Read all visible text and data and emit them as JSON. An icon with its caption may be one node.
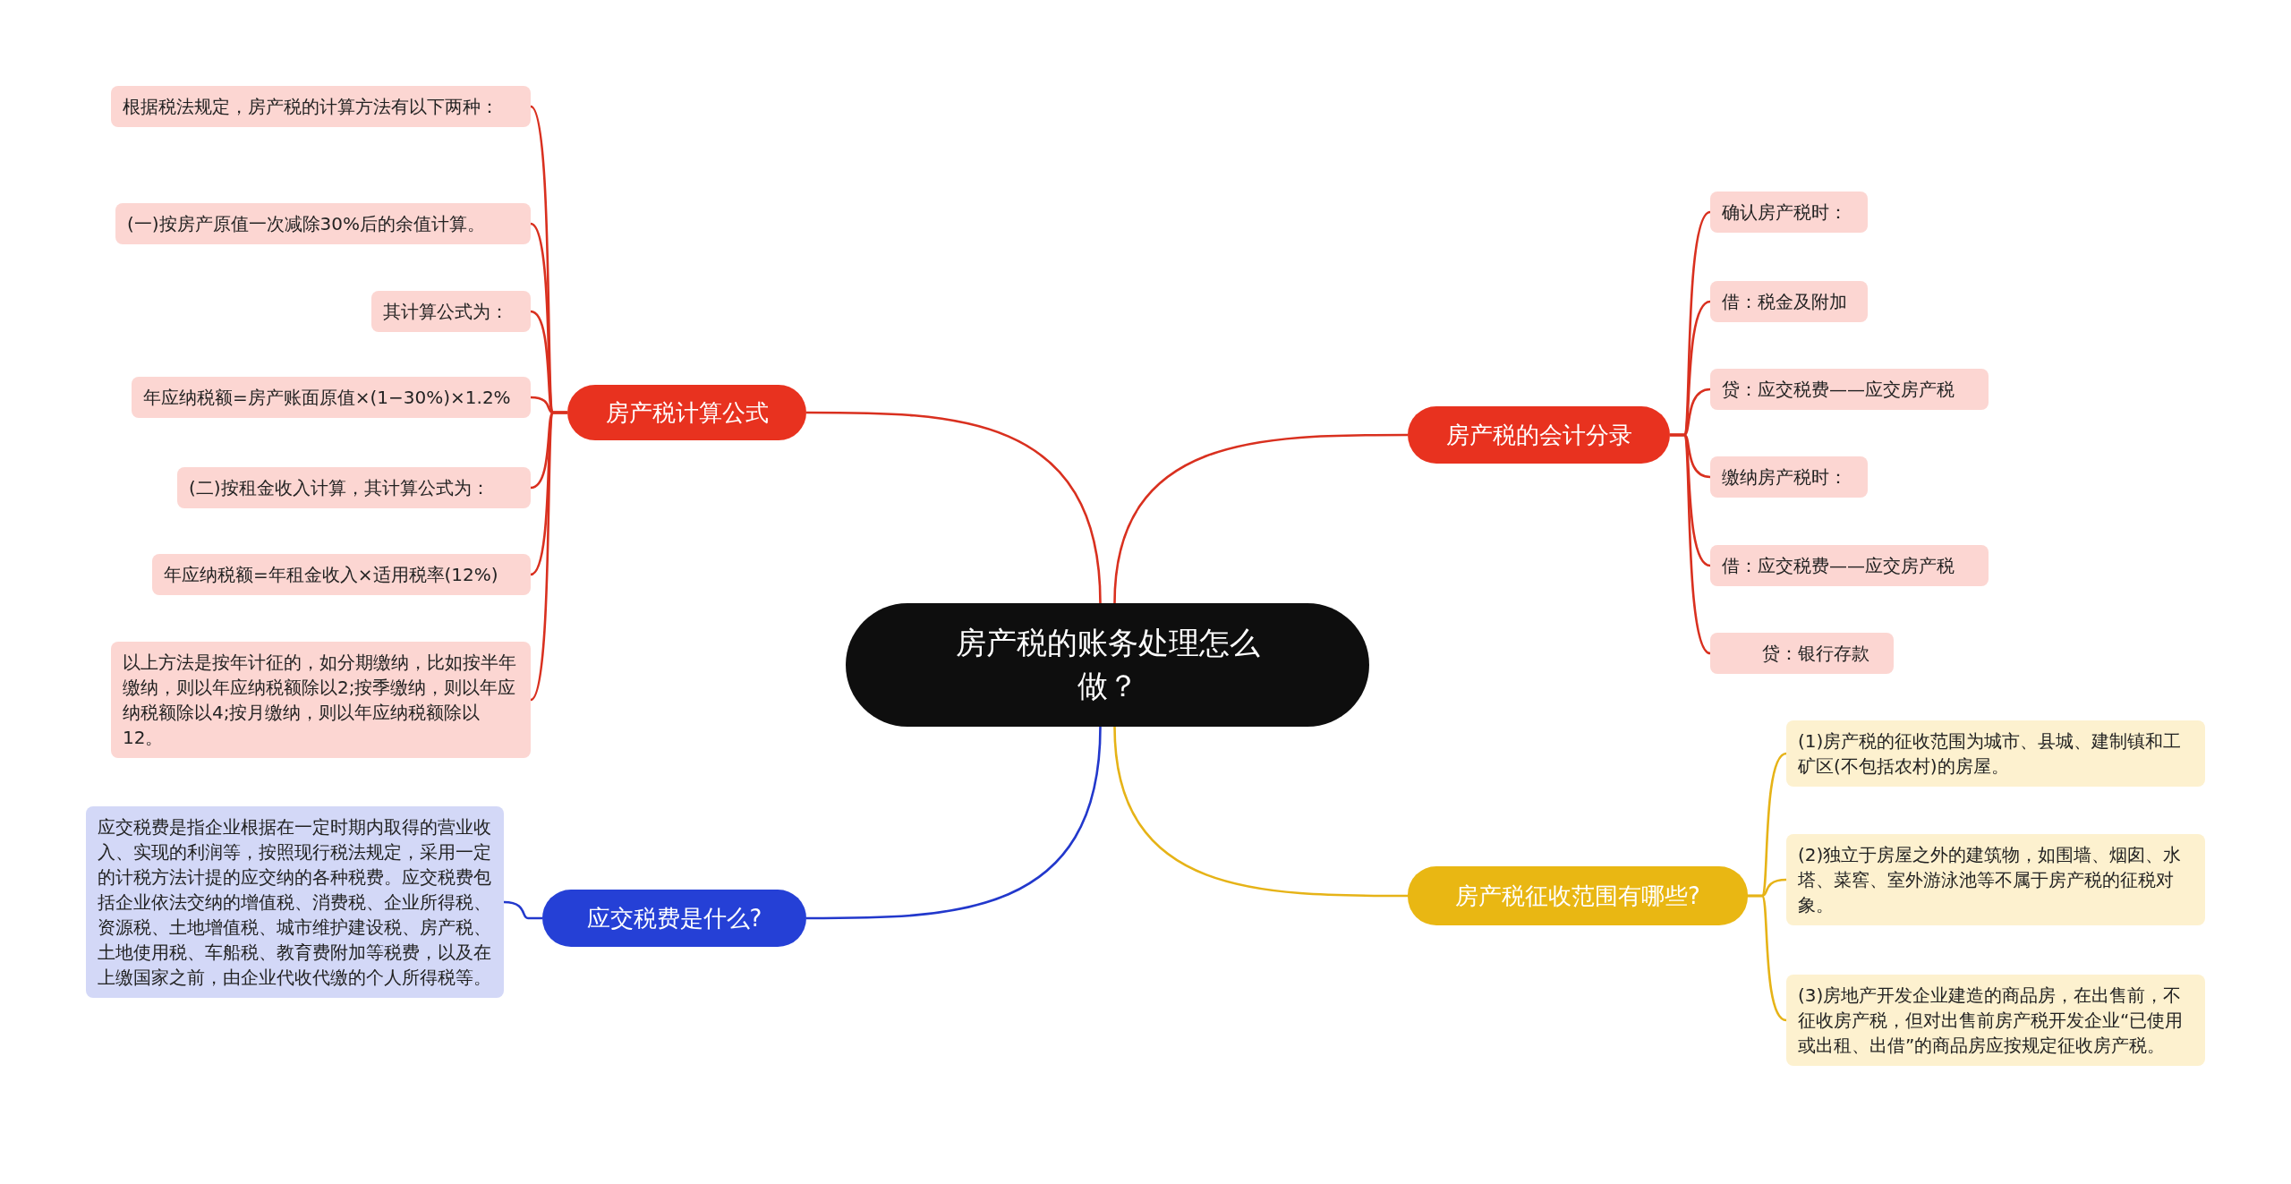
{
  "diagram": {
    "nodes": [
      {
        "text": [
          "房产税的账务处理怎么做？"
        ]
      },
      {
        "text": [
          "房产税计算公式"
        ]
      },
      {
        "text": [
          "根据税法规定，房产税的计算方法有以下两种："
        ]
      },
      {
        "text": [
          "(一)按房产原值一次减除30%后的余值计算。"
        ]
      },
      {
        "text": [
          "其计算公式为："
        ]
      },
      {
        "text": [
          "年应纳税额=房产账面原值×(1−30%)×1.2%"
        ]
      },
      {
        "text": [
          "(二)按租金收入计算，其计算公式为："
        ]
      },
      {
        "text": [
          "年应纳税额=年租金收入×适用税率(12%)"
        ]
      },
      {
        "text": [
          "以上方法是按年计征的，如分期缴纳，比如按半年缴纳，则以年应纳税额除以2;按季缴纳，则以年应纳税额除以4;按月缴纳，则以年应纳税额除以12。"
        ]
      },
      {
        "text": [
          "房产税的会计分录"
        ]
      },
      {
        "text": [
          "确认房产税时："
        ]
      },
      {
        "text": [
          "借：税金及附加"
        ]
      },
      {
        "text": [
          "贷：应交税费——应交房产税"
        ]
      },
      {
        "text": [
          "缴纳房产税时："
        ]
      },
      {
        "text": [
          "借：应交税费——应交房产税"
        ]
      },
      {
        "text": [
          "贷：银行存款"
        ]
      },
      {
        "text": [
          "房产税征收范围有哪些?"
        ]
      },
      {
        "text": [
          "(1)房产税的征收范围为城市、县城、建制镇和工矿区(不包括农村)的房屋。"
        ]
      },
      {
        "text": [
          "(2)独立于房屋之外的建筑物，如围墙、烟囱、水塔、菜窖、室外游泳池等不属于房产税的征税对象。"
        ]
      },
      {
        "text": [
          "(3)房地产开发企业建造的商品房，在出售前，不征收房产税，但对出售前房产税开发企业“已使用或出租、出借”的商品房应按规定征收房产税。"
        ]
      },
      {
        "text": [
          "应交税费是什么?"
        ]
      },
      {
        "text": [
          "应交税费是指企业根据在一定时期内取得的营业收入、实现的利润等，按照现行税法规定，采用一定的计税方法计提的应交纳的各种税费。应交税费包括企业依法交纳的增值税、消费税、企业所得税、资源税、土地增值税、城市维护建设税、房产税、土地使用税、车船税、教育费附加等税费，以及在上缴国家之前，由企业代收代缴的个人所得税等。"
        ]
      }
    ],
    "edges": [
      {
        "from": 0,
        "to": 1,
        "arrow": "none"
      },
      {
        "from": 1,
        "to": 2,
        "arrow": "none"
      },
      {
        "from": 1,
        "to": 3,
        "arrow": "none"
      },
      {
        "from": 1,
        "to": 4,
        "arrow": "none"
      },
      {
        "from": 1,
        "to": 5,
        "arrow": "none"
      },
      {
        "from": 1,
        "to": 6,
        "arrow": "none"
      },
      {
        "from": 1,
        "to": 7,
        "arrow": "none"
      },
      {
        "from": 1,
        "to": 8,
        "arrow": "none"
      },
      {
        "from": 0,
        "to": 9,
        "arrow": "none"
      },
      {
        "from": 9,
        "to": 10,
        "arrow": "none"
      },
      {
        "from": 9,
        "to": 11,
        "arrow": "none"
      },
      {
        "from": 9,
        "to": 12,
        "arrow": "none"
      },
      {
        "from": 9,
        "to": 13,
        "arrow": "none"
      },
      {
        "from": 9,
        "to": 14,
        "arrow": "none"
      },
      {
        "from": 9,
        "to": 15,
        "arrow": "none"
      },
      {
        "from": 0,
        "to": 16,
        "arrow": "none",
        "color": "#e6b317"
      },
      {
        "from": 16,
        "to": 17,
        "arrow": "none",
        "color": "#e6b317"
      },
      {
        "from": 16,
        "to": 18,
        "arrow": "none",
        "color": "#e6b317"
      },
      {
        "from": 16,
        "to": 19,
        "arrow": "none",
        "color": "#e6b317"
      },
      {
        "from": 0,
        "to": 20,
        "arrow": "none",
        "color": "#2238cc"
      },
      {
        "from": 20,
        "to": 21,
        "arrow": "none",
        "color": "#2238cc"
      }
    ]
  }
}
